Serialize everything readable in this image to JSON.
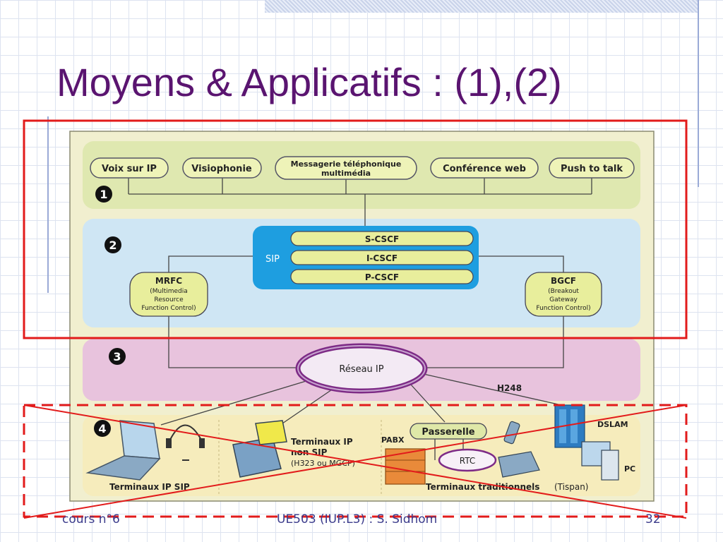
{
  "slide": {
    "title": "Moyens & Applicatifs : (1),(2)",
    "footer_left": "cours n°6",
    "footer_center": "UE503 (IUP.L3) : S. Sidhom",
    "footer_right": "32"
  },
  "diagram": {
    "layer_numbers": [
      "1",
      "2",
      "3",
      "4"
    ],
    "applications": [
      "Voix sur IP",
      "Visiophonie",
      "Messagerie téléphonique",
      "multimédia",
      "Conférence web",
      "Push to talk"
    ],
    "sip_label": "SIP",
    "cscf": [
      "S-CSCF",
      "I-CSCF",
      "P-CSCF"
    ],
    "mrfc": {
      "name": "MRFC",
      "line1": "(Multimedia",
      "line2": "Resource",
      "line3": "Function Control)"
    },
    "bgcf": {
      "name": "BGCF",
      "line1": "(Breakout",
      "line2": "Gateway",
      "line3": "Function Control)"
    },
    "reseau_ip": "Réseau IP",
    "h248": "H248",
    "passerelle": "Passerelle",
    "pabx": "PABX",
    "rtc": "RTC",
    "dslam": "DSLAM",
    "pc": "PC",
    "terminaux_ip_sip": "Terminaux IP SIP",
    "terminaux_ip_non_sip_1": "Terminaux IP",
    "terminaux_ip_non_sip_2": "non SIP",
    "terminaux_ip_non_sip_3": "(H323 ou MGCP)",
    "terminaux_trad_1": "Terminaux traditionnels",
    "terminaux_trad_2": "(Tispan)"
  }
}
